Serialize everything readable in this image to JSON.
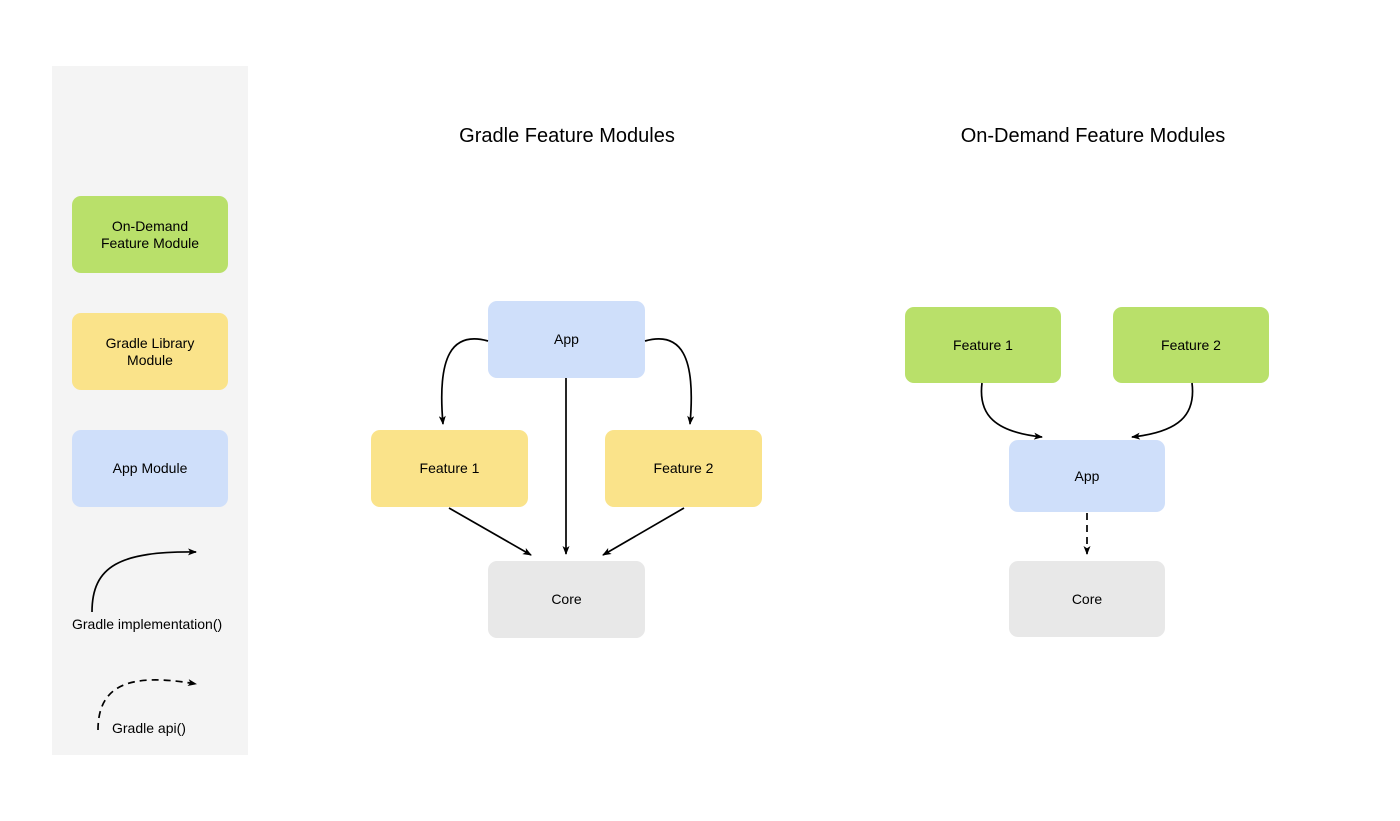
{
  "colors": {
    "on_demand_feature_module": "#b9e06a",
    "gradle_library_module": "#fae38a",
    "app_module": "#cfdffa",
    "core_module": "#e8e8e8",
    "legend_panel_background": "#f4f4f4",
    "page_background": "#ffffff",
    "edge_stroke": "#000000"
  },
  "legend": {
    "items": [
      {
        "label": "On-Demand\nFeature Module",
        "line1": "On-Demand",
        "line2": "Feature Module",
        "color": "#b9e06a"
      },
      {
        "label": "Gradle Library\nModule",
        "line1": "Gradle Library",
        "line2": "Module",
        "color": "#fae38a"
      },
      {
        "label": "App Module",
        "line1": "App Module",
        "line2": "",
        "color": "#cfdffa"
      }
    ],
    "edges": [
      {
        "label": "Gradle implementation()",
        "style": "solid"
      },
      {
        "label": "Gradle api()",
        "style": "dashed"
      }
    ]
  },
  "diagrams": [
    {
      "title": "Gradle Feature Modules",
      "nodes": [
        {
          "id": "app",
          "label": "App",
          "type": "app_module"
        },
        {
          "id": "feature1",
          "label": "Feature 1",
          "type": "gradle_library_module"
        },
        {
          "id": "feature2",
          "label": "Feature 2",
          "type": "gradle_library_module"
        },
        {
          "id": "core",
          "label": "Core",
          "type": "core_module"
        }
      ],
      "edges": [
        {
          "from": "app",
          "to": "feature1",
          "style": "solid"
        },
        {
          "from": "app",
          "to": "feature2",
          "style": "solid"
        },
        {
          "from": "app",
          "to": "core",
          "style": "solid"
        },
        {
          "from": "feature1",
          "to": "core",
          "style": "solid"
        },
        {
          "from": "feature2",
          "to": "core",
          "style": "solid"
        }
      ]
    },
    {
      "title": "On-Demand Feature Modules",
      "nodes": [
        {
          "id": "feature1",
          "label": "Feature 1",
          "type": "on_demand_feature_module"
        },
        {
          "id": "feature2",
          "label": "Feature 2",
          "type": "on_demand_feature_module"
        },
        {
          "id": "app",
          "label": "App",
          "type": "app_module"
        },
        {
          "id": "core",
          "label": "Core",
          "type": "core_module"
        }
      ],
      "edges": [
        {
          "from": "feature1",
          "to": "app",
          "style": "solid"
        },
        {
          "from": "feature2",
          "to": "app",
          "style": "solid"
        },
        {
          "from": "app",
          "to": "core",
          "style": "dashed"
        }
      ]
    }
  ]
}
